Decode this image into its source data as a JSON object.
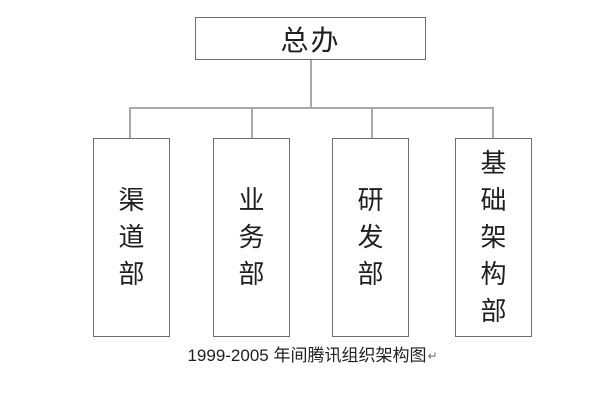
{
  "diagram": {
    "title_caption": "1999-2005 年间腾讯组织架构图",
    "paragraph_mark": "↵",
    "root": {
      "label": "总办"
    },
    "departments": [
      {
        "label": "渠道部"
      },
      {
        "label": "业务部"
      },
      {
        "label": "研发部"
      },
      {
        "label": "基础架构部"
      }
    ]
  },
  "colors": {
    "background": "#ffffff",
    "box_border": "#6e6e6e",
    "connector_line": "#a9a9a9",
    "text": "#1f1f1f"
  }
}
